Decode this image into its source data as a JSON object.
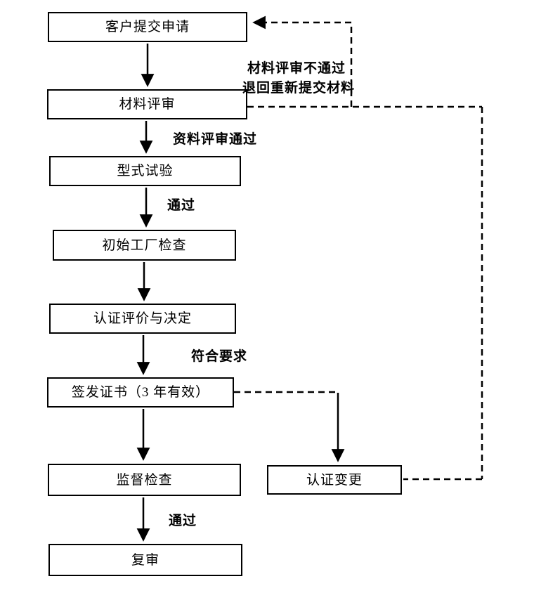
{
  "diagram": {
    "title": "certification-process-flowchart",
    "colors": {
      "background": "#ffffff",
      "line": "#000000",
      "text": "#000000"
    },
    "nodes": [
      {
        "id": "customer-application",
        "label": "客户提交申请"
      },
      {
        "id": "material-review",
        "label": "材料评审"
      },
      {
        "id": "type-test",
        "label": "型式试验"
      },
      {
        "id": "initial-factory-inspection",
        "label": "初始工厂检查"
      },
      {
        "id": "certification-evaluation-decision",
        "label": "认证评价与决定"
      },
      {
        "id": "issue-certificate",
        "label": "签发证书（3 年有效）"
      },
      {
        "id": "supervision-inspection",
        "label": "监督检查"
      },
      {
        "id": "re-examination",
        "label": "复审"
      },
      {
        "id": "certification-change",
        "label": "认证变更"
      }
    ],
    "edge_labels": [
      {
        "id": "material-review-fail-line1",
        "text": "材料评审不通过"
      },
      {
        "id": "material-review-fail-line2",
        "text": "退回重新提交材料"
      },
      {
        "id": "data-review-pass",
        "text": "资料评审通过"
      },
      {
        "id": "type-test-pass",
        "text": "通过"
      },
      {
        "id": "meets-requirements",
        "text": "符合要求"
      },
      {
        "id": "supervision-pass",
        "text": "通过"
      }
    ],
    "edges": [
      {
        "from": "customer-application",
        "to": "material-review",
        "style": "solid-arrow"
      },
      {
        "from": "material-review",
        "to": "type-test",
        "style": "solid-arrow",
        "label": "资料评审通过"
      },
      {
        "from": "type-test",
        "to": "initial-factory-inspection",
        "style": "solid-arrow",
        "label": "通过"
      },
      {
        "from": "initial-factory-inspection",
        "to": "certification-evaluation-decision",
        "style": "solid-arrow"
      },
      {
        "from": "certification-evaluation-decision",
        "to": "issue-certificate",
        "style": "solid-arrow",
        "label": "符合要求"
      },
      {
        "from": "issue-certificate",
        "to": "supervision-inspection",
        "style": "solid-arrow"
      },
      {
        "from": "supervision-inspection",
        "to": "re-examination",
        "style": "solid-arrow",
        "label": "通过"
      },
      {
        "from": "issue-certificate",
        "to": "certification-change",
        "style": "dashed-then-solid-arrow"
      },
      {
        "from": "material-review",
        "to": "customer-application",
        "style": "dashed-arrow",
        "label": "材料评审不通过 退回重新提交材料"
      },
      {
        "from": "certification-change",
        "to": "material-review-feedback-line",
        "style": "dashed"
      }
    ]
  }
}
